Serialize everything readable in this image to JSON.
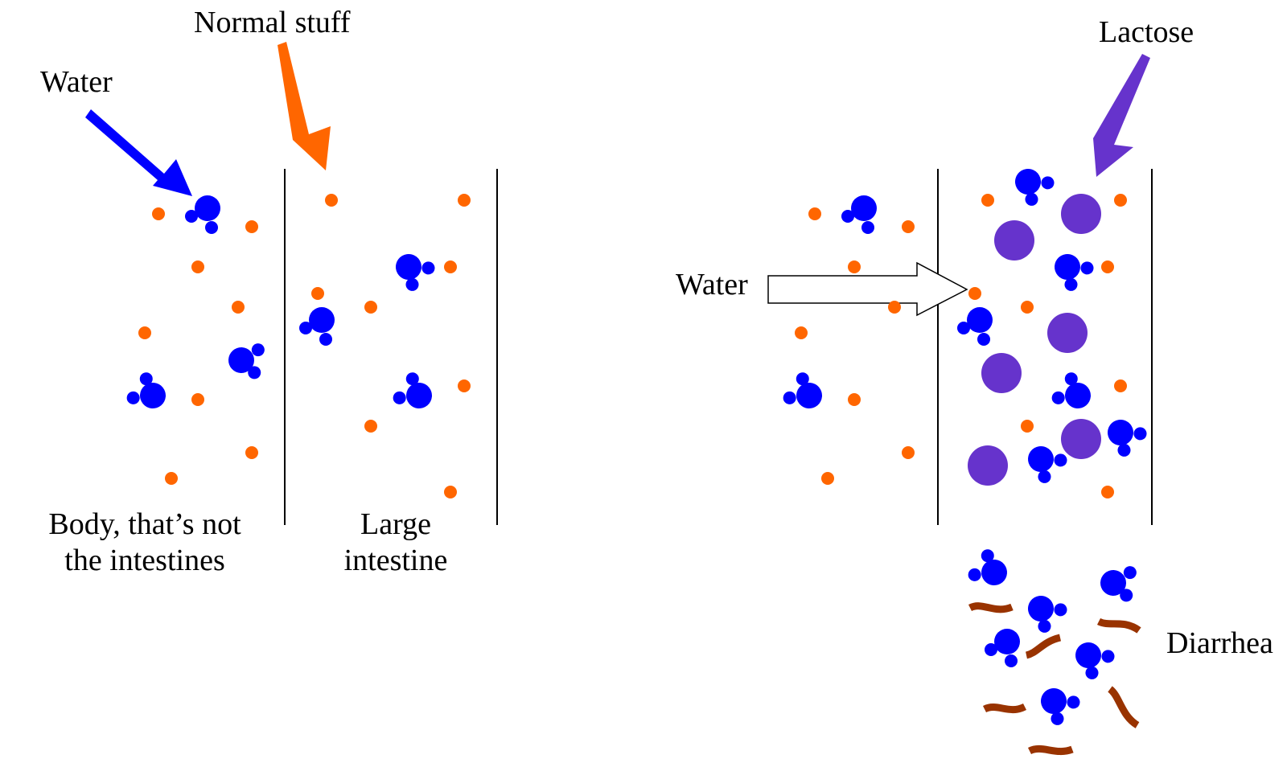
{
  "labels": {
    "water_left": "Water",
    "normal_stuff": "Normal stuff",
    "body_line1": "Body, that’s not",
    "body_line2": "the intestines",
    "large_line1": "Large",
    "large_line2": "intestine",
    "water_right": "Water",
    "lactose": "Lactose",
    "diarrhea": "Diarrhea"
  },
  "colors": {
    "water_molecule": "#0000ff",
    "normal_stuff": "#ff6600",
    "lactose": "#6633cc",
    "waste": "#993300",
    "wall": "#000000"
  },
  "icons": [
    "water-molecule-icon",
    "normal-stuff-particle-icon",
    "lactose-particle-icon",
    "waste-squiggle-icon"
  ]
}
